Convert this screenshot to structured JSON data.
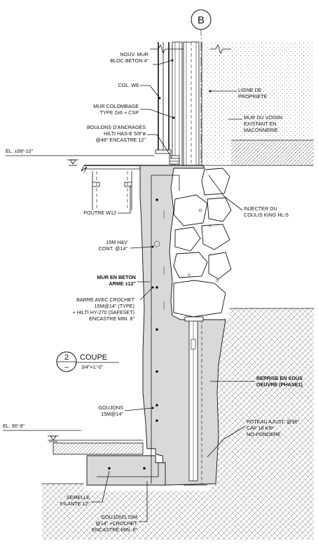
{
  "grid": {
    "letter": "B"
  },
  "section": {
    "number": "2",
    "dash": "–",
    "title": "COUPE",
    "scale": "3/4\"=1'-0\""
  },
  "elevations": {
    "upper": "EL. ±99'-10\"",
    "lower": "EL. 90'-9\""
  },
  "labels": {
    "nouv_mur_1": "NOUV. MUR",
    "nouv_mur_2": "BLOC BETON 4\"",
    "col_w8": "COL. W8",
    "mur_colombage_1": "MUR COLOMBAGE",
    "mur_colombage_2": "TYPE 2x6 + CSP",
    "boulons_1": "BOULONS D'ANCRAGES",
    "boulons_2": "HILTI HAS-E 5/8\"ø",
    "boulons_3": "@48\" ENCASTRE 12\"",
    "poutre": "POUTRE W12",
    "armature_1": "15M H&V",
    "armature_2": "CONT. @14\"",
    "mur_beton_1": "MUR EN BETON",
    "mur_beton_2": "ARME ±12\"",
    "barre_1": "BARRE AVEC CROCHET",
    "barre_2": "15M@14\" (TYPE)",
    "barre_3": "+ HILTI HY-270 (SAFESET)",
    "barre_4": "ENCASTRE MIN. 8\"",
    "goujons_1": "GOUJONS",
    "goujons_2": "15M@14\"",
    "semelle_1": "SEMELLE",
    "semelle_2": "FILANTE 12\"",
    "goujons15_1": "GOUJONS 15M",
    "goujons15_2": "@14\" +CROCHET",
    "goujons15_3": "ENCASTRE MIN. 8\"",
    "ligne_1": "LIGNE DE",
    "ligne_2": "PROPRIETE",
    "voisin_1": "MUR DU VOISIN",
    "voisin_2": "EXISTANT EN",
    "voisin_3": "MACONNERIE",
    "injecter_1": "INJECTER DU",
    "injecter_2": "COULIS KING HL-5",
    "reprise_1": "REPRISE EN SOUS",
    "reprise_2": "OEUVRE (PHASE1)",
    "poteau_1": "POTEAU AJUST. @36\"",
    "poteau_2": "CAP 18 KIP",
    "poteau_3": "NO-PONDERE"
  }
}
